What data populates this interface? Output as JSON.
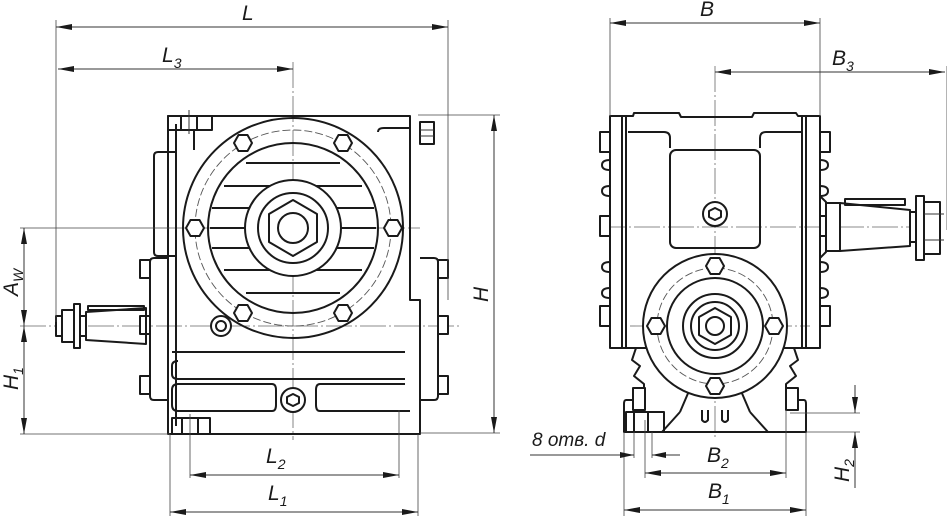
{
  "drawing": {
    "title": "Worm gear reducer — overall and mounting dimensions",
    "views": [
      "front-view",
      "side-view"
    ]
  },
  "labels": {
    "L": {
      "main": "L",
      "sub": ""
    },
    "L3": {
      "main": "L",
      "sub": "3"
    },
    "L2": {
      "main": "L",
      "sub": "2"
    },
    "L1": {
      "main": "L",
      "sub": "1"
    },
    "Aw": {
      "main": "A",
      "sub": "W"
    },
    "H1": {
      "main": "H",
      "sub": "1"
    },
    "H": {
      "main": "H",
      "sub": ""
    },
    "B": {
      "main": "B",
      "sub": ""
    },
    "B3": {
      "main": "B",
      "sub": "3"
    },
    "B2": {
      "main": "B",
      "sub": "2"
    },
    "B1": {
      "main": "B",
      "sub": "1"
    },
    "H2": {
      "main": "H",
      "sub": "2"
    },
    "holes": "8 отв. d"
  },
  "colors": {
    "line": "#1a1a1a",
    "background": "#ffffff"
  }
}
